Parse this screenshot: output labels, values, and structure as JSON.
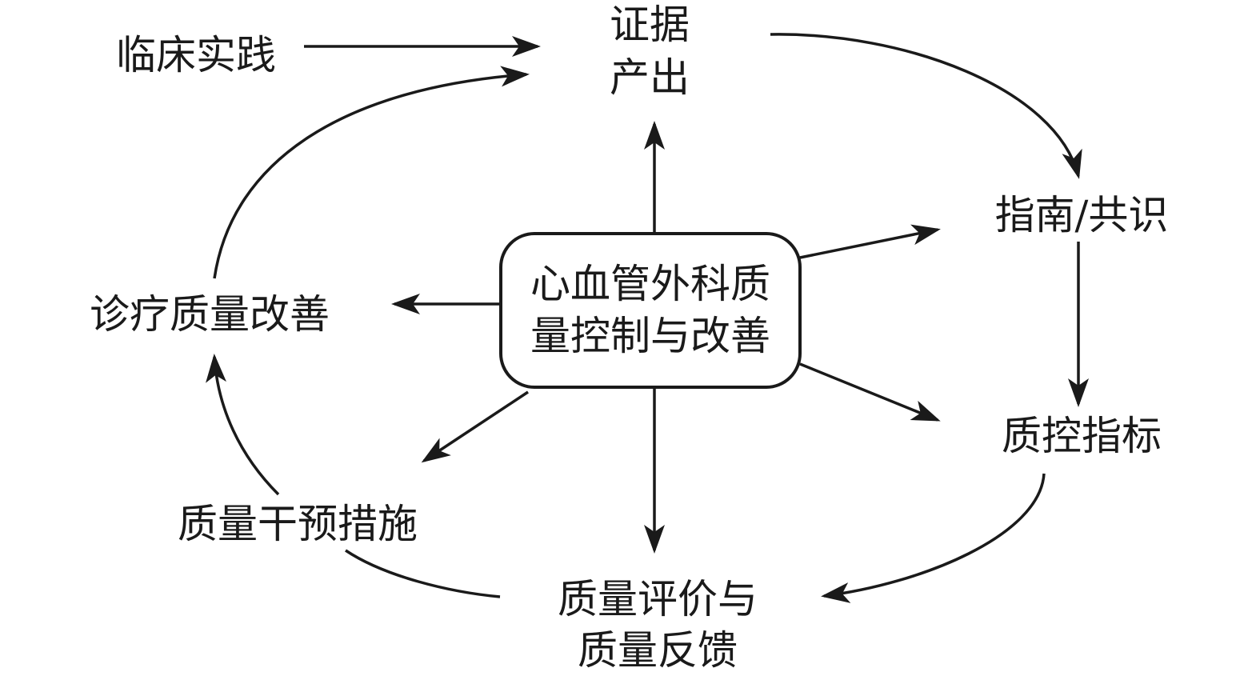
{
  "center": {
    "line1": "心血管外科质",
    "line2": "量控制与改善"
  },
  "nodes": {
    "clinical_practice": "临床实践",
    "evidence_line1": "证据",
    "evidence_line2": "产出",
    "guidelines": "指南/共识",
    "qc_indicators": "质控指标",
    "evaluation_line1": "质量评价与",
    "evaluation_line2": "质量反馈",
    "interventions": "质量干预措施",
    "improvement": "诊疗质量改善"
  }
}
